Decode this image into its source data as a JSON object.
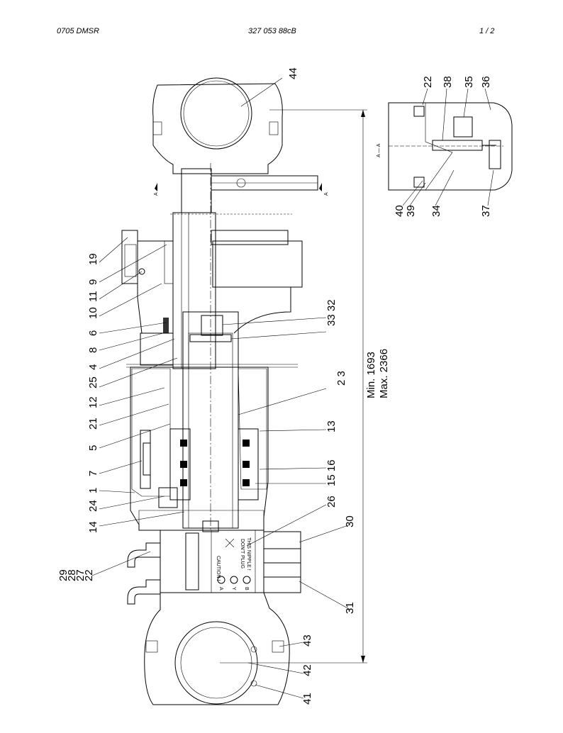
{
  "header": {
    "left": "0705 DMSR",
    "center": "327 053 88cB",
    "right": "1 /   2"
  },
  "dims": {
    "min": "Min. 1693",
    "max": "Max. 2366"
  },
  "section_label": "A — A",
  "section_marker": "A",
  "plate": {
    "caution": "CAUTION !",
    "line1": "DON'T PLUG",
    "line2": "THIS NIPPLE !",
    "port_a": "A",
    "port_b": "B",
    "port_y": "Y"
  },
  "callouts": {
    "c44": "44",
    "c22a": "22",
    "c38": "38",
    "c35": "35",
    "c36": "36",
    "c40": "40",
    "c39": "39",
    "c34": "34",
    "c37": "37",
    "c19": "19",
    "c9": "9",
    "c11": "11",
    "c10": "10",
    "c6": "6",
    "c8": "8",
    "c4": "4",
    "c25": "25",
    "c12": "12",
    "c21": "21",
    "c5": "5",
    "c7": "7",
    "c1": "1",
    "c24": "24",
    "c14": "14",
    "c29": "29",
    "c28": "28",
    "c27": "27",
    "c22b": "22",
    "c3332": "33 32",
    "c23": "2 3",
    "c13": "13",
    "c1615": "15 16",
    "c26": "26",
    "c30": "30",
    "c31": "31",
    "c43": "43",
    "c42": "42",
    "c41": "41"
  }
}
